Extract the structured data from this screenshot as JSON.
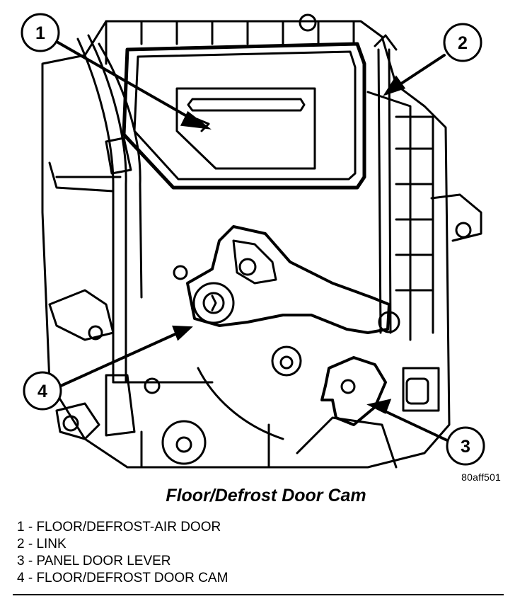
{
  "figure": {
    "id": "80aff501",
    "title": "Floor/Defrost Door Cam"
  },
  "callouts": [
    {
      "number": "1"
    },
    {
      "number": "2"
    },
    {
      "number": "3"
    },
    {
      "number": "4"
    }
  ],
  "legend": [
    "1 - FLOOR/DEFROST-AIR DOOR",
    "2 - LINK",
    "3 - PANEL DOOR LEVER",
    "4 - FLOOR/DEFROST DOOR CAM"
  ]
}
